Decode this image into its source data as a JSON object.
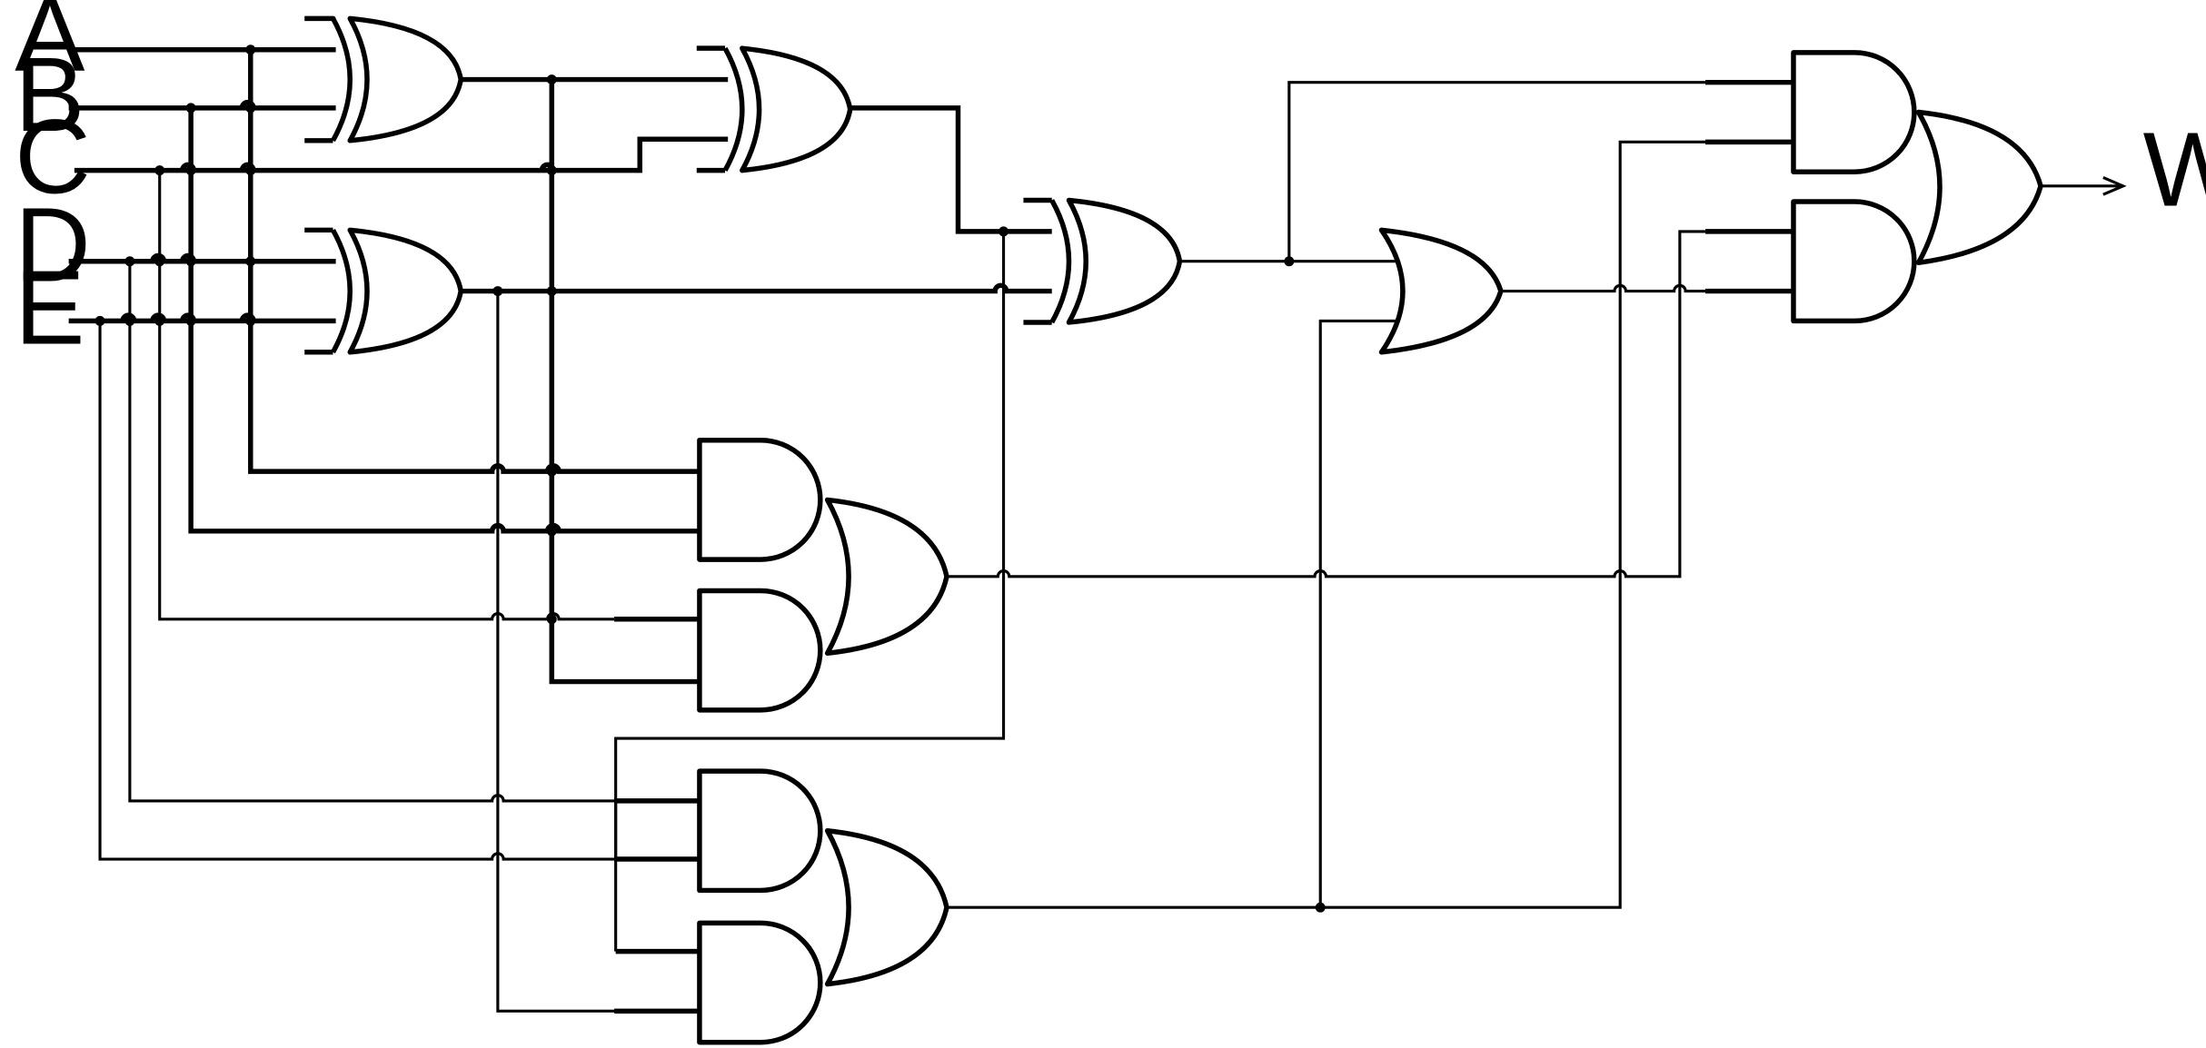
{
  "inputs": [
    {
      "id": "A",
      "label": "A"
    },
    {
      "id": "B",
      "label": "B"
    },
    {
      "id": "C",
      "label": "C"
    },
    {
      "id": "D",
      "label": "D"
    },
    {
      "id": "E",
      "label": "E"
    }
  ],
  "output": {
    "label": "W"
  },
  "gate_types": {
    "xor": "XOR",
    "and": "AND",
    "or": "OR"
  }
}
